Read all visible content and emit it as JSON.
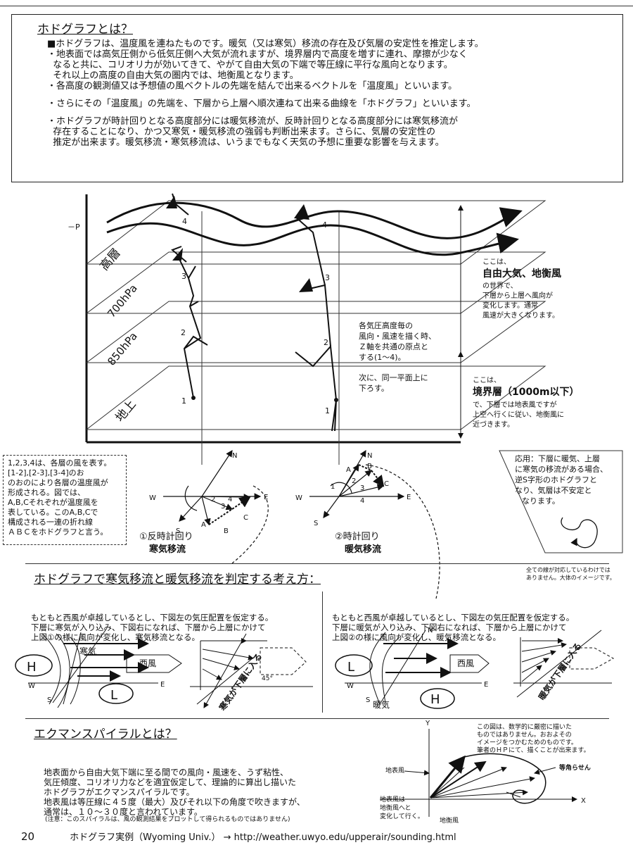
{
  "intro": {
    "title": "ホドグラフとは？",
    "lines": [
      "■ホドグラフは、温度風を連ねたものです。暖気（又は寒気）移流の存在及び気層の安定性を推定します。",
      "・地表面では高気圧側から低気圧側へ大気が流れますが、境界層内で高度を増すに連れ、摩擦が少なく",
      "  なると共に、コリオリ力が効いてきて、やがて自由大気の下端で等圧線に平行な風向となります。",
      "  それ以上の高度の自由大気の圏内では、地衡風となります。",
      "・各高度の観測値又は予想値の風ベクトルの先端を結んで出来るベクトルを「温度風」といいます。",
      "",
      "・さらにその「温度風」の先端を、下層から上層へ順次連ねて出来る曲線を「ホドグラフ」といいます。",
      "",
      "・ホドグラフが時計回りとなる高度部分には暖気移流が、反時計回りとなる高度部分には寒気移流が",
      "  存在することになり、かつ又寒気・暖気移流の強弱も判断出来ます。さらに、気層の安定性の",
      "  推定が出来ます。暖気移流・寒気移流は、いうまでもなく天気の予想に重要な影響を与えます。"
    ]
  },
  "layers": {
    "p_axis": "－P",
    "upper": "高層",
    "hpa700": "700hPa",
    "hpa850": "850hPa",
    "surface": "地上"
  },
  "nums": {
    "n1": "1",
    "n2": "2",
    "n3": "3",
    "n4": "4"
  },
  "notes": {
    "free_atm": [
      "ここは、",
      "自由大気、地衡風",
      "の世界で、",
      "下層から上層へ風向が",
      "変化します。通常",
      "風速が大きくなります。"
    ],
    "method": [
      "各気圧高度毎の",
      "風向・風速を描く時、",
      "Ｚ軸を共通の原点と",
      "する(1～4)。"
    ],
    "project": [
      "次に、同一平面上に",
      "下ろす。"
    ],
    "boundary": [
      "ここは、",
      "境界層（1000m以下）",
      "で、下層では地表風ですが",
      "上空へ行くに従い、地衡風に",
      "近づきます。"
    ]
  },
  "left_box": [
    "1,2,3,4は、各層の風を表す。",
    "[1-2],[2-3],[3-4]のお",
    "のおのにより各層の温度風が",
    "形成される。図では、",
    "A,B,Cそれぞれが温度風を",
    "表している。このA,B,Cで",
    "構成される一連の折れ線",
    "ＡＢＣをホドグラフと言う。"
  ],
  "compass": {
    "n": "N",
    "e": "E",
    "w": "W",
    "s": "S"
  },
  "hodo_letters": {
    "a": "A",
    "b": "B",
    "c": "C"
  },
  "case1": {
    "num": "①反時計回り",
    "label": "寒気移流"
  },
  "case2": {
    "num": "②時計回り",
    "label": "暖気移流"
  },
  "apply_box": [
    "応用：下層に暖気、上層",
    "に寒気の移流がある場合、",
    "逆S字形のホドグラフと",
    "なり、気層は不安定と",
    "なります。"
  ],
  "small_note": [
    "全ての線が対応しているわけでは",
    "ありません。大体のイメージです。"
  ],
  "section2": {
    "title": "ホドグラフで寒気移流と暖気移流を判定する考え方：",
    "left": [
      "もともと西風が卓越しているとし、下図左の気圧配置を仮定する。",
      "下層に寒気が入り込み、下図右になれば、下層から上層にかけて",
      "上図①の様に風向が変化し、寒気移流となる。"
    ],
    "right": [
      "もともと西風が卓越しているとし、下図左の気圧配置を仮定する。",
      "下層に暖気が入り込み、下図右になれば、下層から上層にかけて",
      "上図②の様に風向が変化し、暖気移流となる。"
    ],
    "h": "H",
    "l": "L",
    "cold": "寒気",
    "warm": "暖気",
    "west_wind": "西風",
    "cold_lower": "寒気が下層に入る",
    "warm_lower": "暖気が下層に入る",
    "deg45": "45°"
  },
  "section3": {
    "title": "エクマンスパイラルとは？",
    "lines": [
      "地表面から自由大気下端に至る間での風向・風速を、うず粘性、",
      "気圧傾度、コリオリ力などを適宜仮定して、理論的に算出し描いた",
      "ホドグラフがエクマンスパイラルです。",
      "地表風は等圧線に４５度（最大）及びそれ以下の角度で吹きますが、",
      "通常は、１０～３０度と言われています。"
    ],
    "note": "(注意：このスパイラルは、風の観測結果をプロットして得られるものではありません)",
    "desc": [
      "この図は、数学的に厳密に描いた",
      "ものではありません。おおよその",
      "イメージをつかむためのものです。",
      "筆者のＨＰにて、描くことが出来ます。"
    ],
    "y": "Y",
    "x": "X",
    "surface_wind": "地表風",
    "spiral": "等角らせん",
    "change": [
      "地表風は",
      "地衡風へと",
      "変化して行く。"
    ],
    "geo_wind": "地衡風"
  },
  "footer": {
    "page": "20",
    "text": "ホドグラフ実例（Wyoming Univ.） → http://weather.uwyo.edu/upperair/sounding.html"
  }
}
